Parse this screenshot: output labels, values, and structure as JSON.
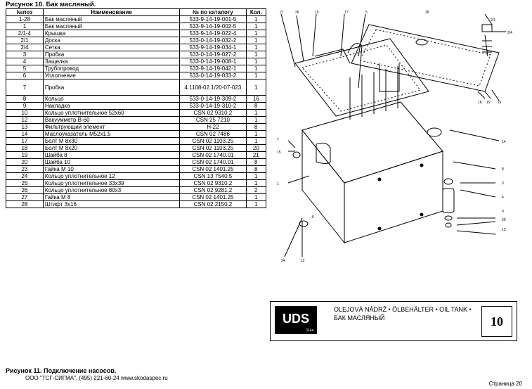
{
  "figure_title": "Рисунок 10.   Бак масляный.",
  "table": {
    "headers": [
      "№поз",
      "Наименование",
      "№ по каталогу",
      "Кол."
    ],
    "rows": [
      [
        "1-28",
        "Бак масляный",
        "533-9-14-19-001-5",
        "1"
      ],
      [
        "1",
        "Бак масляный",
        "533-9-14-19-002-5",
        "1"
      ],
      [
        "2/1-4",
        "Крышка",
        "533-9-14-19-022-4",
        "1"
      ],
      [
        "2/1",
        "Доска",
        "533-0-14-19-032-2",
        "1"
      ],
      [
        "2/4",
        "Сетка",
        "533-9-14-19-034-1",
        "1"
      ],
      [
        "3",
        "Пробка",
        "533-0-14-19-027-2",
        "1"
      ],
      [
        "4",
        "Защелка",
        "533-0-14-19-008-1",
        "1"
      ],
      [
        "5",
        "Трубопровод",
        "533-9-14-19-042-1",
        "1"
      ],
      [
        "6",
        "Уплотнение",
        "533-0-14-19-033-2",
        "1"
      ],
      [
        "7",
        "Пробка",
        "4.1108-02.1/20-07-023",
        "1"
      ],
      [
        "8",
        "Кольцо",
        "533-0-14-19-309-2",
        "16"
      ],
      [
        "9",
        "Накладка",
        "533-0-14-19-310-2",
        "8"
      ],
      [
        "10",
        "Кольцо уплотнительное 52х60",
        "CSN  02  9310.2",
        "1"
      ],
      [
        "12",
        "Вакуумметр В-60",
        "CSN  25  7210",
        "1"
      ],
      [
        "13",
        "Фильтрующий элемент",
        "H-22",
        "8"
      ],
      [
        "14",
        "Маслоуказатель М52х1,5",
        "CSN  02  7486",
        "1"
      ],
      [
        "17",
        "Болт М 8х30",
        "CSN 02 1103.25",
        "1"
      ],
      [
        "18",
        "Болт М 8х20",
        "CSN 02 1103.25",
        "20"
      ],
      [
        "19",
        "Шайба 8",
        "CSN 02 1740.01",
        "21"
      ],
      [
        "20",
        "Шайба 10",
        "CSN 02 1740.01",
        "8"
      ],
      [
        "23",
        "Гайка М 10",
        "CSN 02 1401.25",
        "8"
      ],
      [
        "24",
        "Кольцо уплотнительное 12",
        "CSN  13  7540.5",
        "1"
      ],
      [
        "25",
        "Кольцо уплотнительное 33х39",
        "CSN  02  9310.2",
        "1"
      ],
      [
        "26",
        "Кольцо уплотнительное  80х3",
        "CSN  02  9281.2",
        "2"
      ],
      [
        "27",
        "Гайка М 8",
        "CSN 02 1401.25",
        "1"
      ],
      [
        "28",
        "Штифт 3х16",
        "CSN  02  2150.2",
        "1"
      ]
    ]
  },
  "drawing": {
    "callouts": [
      "27",
      "26",
      "19",
      "17",
      "5",
      "28",
      "2/1",
      "2/4",
      "18",
      "19",
      "21",
      "7",
      "15",
      "1",
      "14",
      "8",
      "3",
      "4",
      "9",
      "20",
      "13",
      "24",
      "12",
      "6"
    ],
    "logo_text": "UDS",
    "logo_sub": "114a",
    "title_line1": "OLEJOVÁ NÁDRŽ • ÖLBEHÄLTER • OIL TANK •",
    "title_line2": "БАК МАСЛЯНЫЙ",
    "sheet_number": "10"
  },
  "figure2_title": "Рисунок 11.   Подключение насосов.",
  "footer": "ООО \"ТСГ-СИГМА\", (495) 221-60-24 www.skodaspec.ru",
  "page_label": "Страница 20"
}
